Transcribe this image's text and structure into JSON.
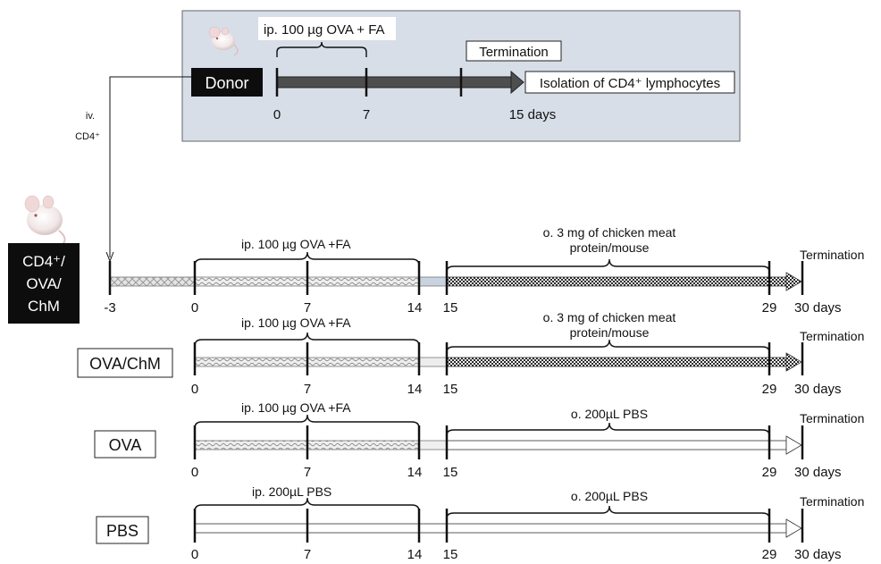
{
  "donor": {
    "label": "Donor",
    "treatment": "ip. 100 µg OVA + FA",
    "termination": "Termination",
    "isolation": "Isolation of CD4⁺ lymphocytes",
    "ticks": [
      "0",
      "7",
      "15 days"
    ]
  },
  "transfer": {
    "line1": "iv.",
    "line2": "CD4⁺"
  },
  "groups": [
    {
      "label_lines": [
        "CD4⁺/",
        "OVA/",
        "ChM"
      ],
      "sensitization": "ip. 100 µg OVA +FA",
      "challenge_lines": [
        "o. 3 mg of chicken meat",
        "protein/mouse"
      ],
      "termination": "Termination",
      "ticks": [
        "-3",
        "0",
        "7",
        "14",
        "15",
        "29",
        "30  days"
      ]
    },
    {
      "label_lines": [
        "OVA/ChM"
      ],
      "sensitization": "ip.  100 µg OVA +FA",
      "challenge_lines": [
        "o. 3 mg of chicken meat",
        "protein/mouse"
      ],
      "termination": "Termination",
      "ticks": [
        "0",
        "7",
        "14",
        "15",
        "29",
        "30  days"
      ]
    },
    {
      "label_lines": [
        "OVA"
      ],
      "sensitization": "ip. 100 µg OVA +FA",
      "challenge_lines": [
        "o. 200µL PBS"
      ],
      "termination": "Termination",
      "ticks": [
        "0",
        "7",
        "14",
        "15",
        "29",
        "30  days"
      ]
    },
    {
      "label_lines": [
        "PBS"
      ],
      "sensitization": "ip. 200µL PBS",
      "challenge_lines": [
        "o. 200µL PBS"
      ],
      "termination": "Termination",
      "ticks": [
        "0",
        "7",
        "14",
        "15",
        "29",
        "30  days"
      ]
    }
  ]
}
